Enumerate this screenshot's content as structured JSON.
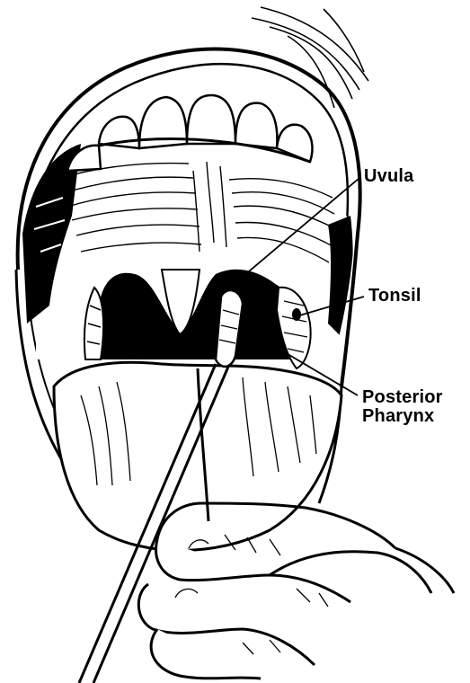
{
  "labels": {
    "uvula": "Uvula",
    "tonsil": "Tonsil",
    "posterior_line1": "Posterior",
    "posterior_line2": "Pharynx"
  },
  "colors": {
    "ink": "#000000",
    "paper": "#ffffff"
  }
}
